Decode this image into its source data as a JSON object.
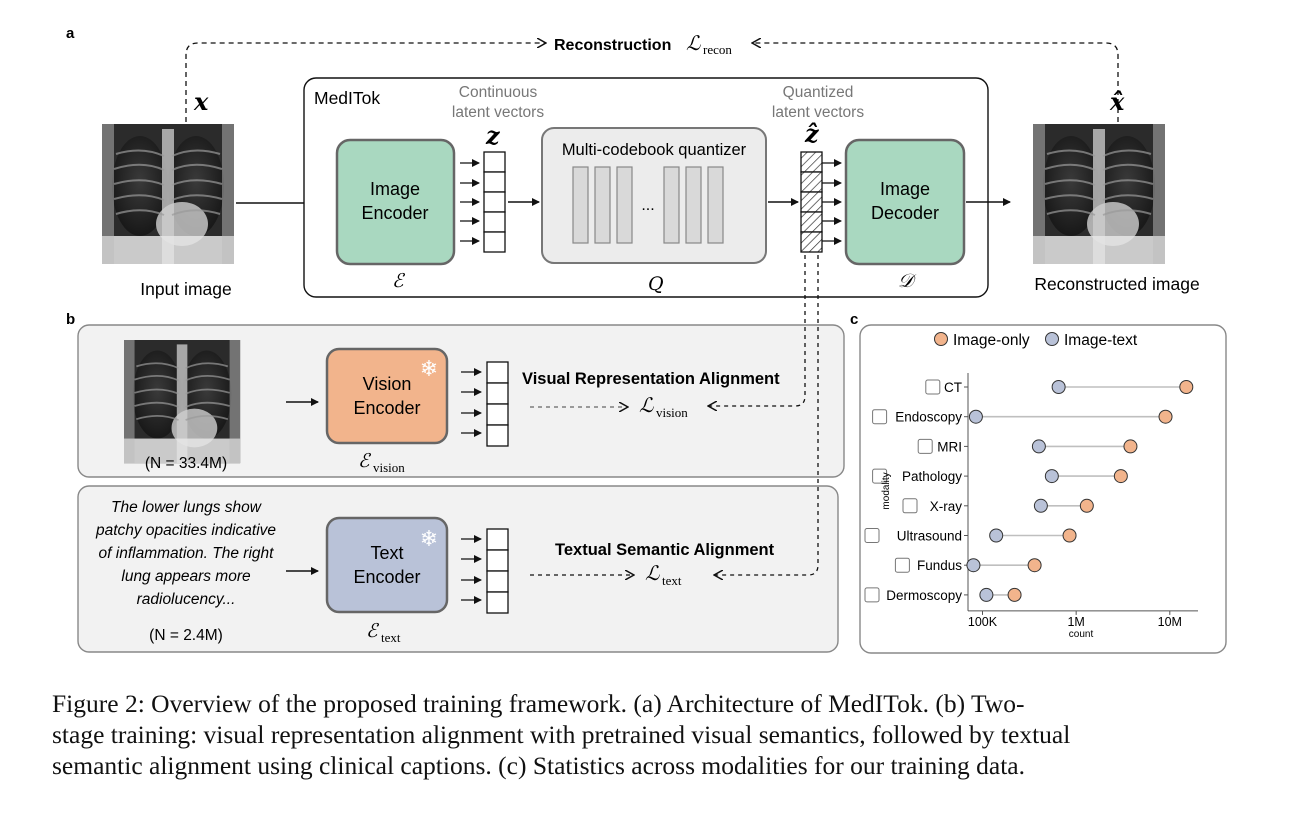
{
  "panel_a": {
    "label": "a",
    "recon_text": "Reconstruction",
    "recon_loss": "ℒ",
    "recon_loss_sub": "recon",
    "x": "x",
    "xhat": "x̂",
    "box_title": "MedITok",
    "cont_label_1": "Continuous",
    "cont_label_2": "latent vectors",
    "quant_label_1": "Quantized",
    "quant_label_2": "latent vectors",
    "z": "z",
    "zhat": "ẑ",
    "encoder_1": "Image",
    "encoder_2": "Encoder",
    "encoder_sym": "ℰ",
    "quantizer_title": "Multi-codebook quantizer",
    "quantizer_dots": "...",
    "quantizer_sym": "Q",
    "decoder_1": "Image",
    "decoder_2": "Decoder",
    "decoder_sym": "𝒟",
    "input_caption": "Input image",
    "output_caption": "Reconstructed image"
  },
  "panel_b": {
    "label": "b",
    "n_images": "(N = 33.4M)",
    "vision_1": "Vision",
    "vision_2": "Encoder",
    "vision_sym": "ℰ",
    "vision_sub": "vision",
    "visual_align": "Visual Representation Alignment",
    "vision_loss": "ℒ",
    "vision_loss_sub": "vision",
    "text_lines": [
      "The lower lungs show",
      "patchy opacities indicative",
      "of  inflammation. The right",
      "lung appears more",
      "radiolucency..."
    ],
    "n_text": "(N = 2.4M)",
    "text_enc_1": "Text",
    "text_enc_2": "Encoder",
    "text_sym": "ℰ",
    "text_sub": "text",
    "text_align": "Textual Semantic Alignment",
    "text_loss": "ℒ",
    "text_loss_sub": "text",
    "snowflake": "❄"
  },
  "panel_c": {
    "label": "c",
    "legend": [
      "Image-only",
      "Image-text"
    ],
    "icons": [
      "ct-icon",
      "endoscope-icon",
      "mri-icon",
      "microscope-icon",
      "xray-icon",
      "ultrasound-probe-icon",
      "fundus-icon",
      "dermatoscope-icon"
    ],
    "colors": {
      "image_only": "#f2b48c",
      "image_text": "#b9c2d8",
      "stroke": "#333333",
      "axis": "#555555"
    }
  },
  "chart_data": {
    "type": "dumbbell",
    "xscale": "log",
    "xlabel": "count",
    "ylabel": "modality",
    "xlim": [
      70000,
      20000000
    ],
    "xticks": [
      100000,
      1000000,
      10000000
    ],
    "xtick_labels": [
      "100K",
      "1M",
      "10M"
    ],
    "categories": [
      "CT",
      "Endoscopy",
      "MRI",
      "Pathology",
      "X-ray",
      "Ultrasound",
      "Fundus",
      "Dermoscopy"
    ],
    "series": [
      {
        "name": "Image-only",
        "values": [
          15000000,
          9000000,
          3800000,
          3000000,
          1300000,
          850000,
          360000,
          220000
        ]
      },
      {
        "name": "Image-text",
        "values": [
          650000,
          85000,
          400000,
          550000,
          420000,
          140000,
          80000,
          110000
        ]
      }
    ],
    "legend": "top",
    "grid": false
  },
  "caption": {
    "line1": "Figure 2: Overview of the proposed training framework. (a) Architecture of MedITok. (b) Two-",
    "line2": "stage training: visual representation alignment with pretrained visual semantics, followed by textual",
    "line3": "semantic alignment using clinical captions. (c) Statistics across modalities for our training data."
  }
}
